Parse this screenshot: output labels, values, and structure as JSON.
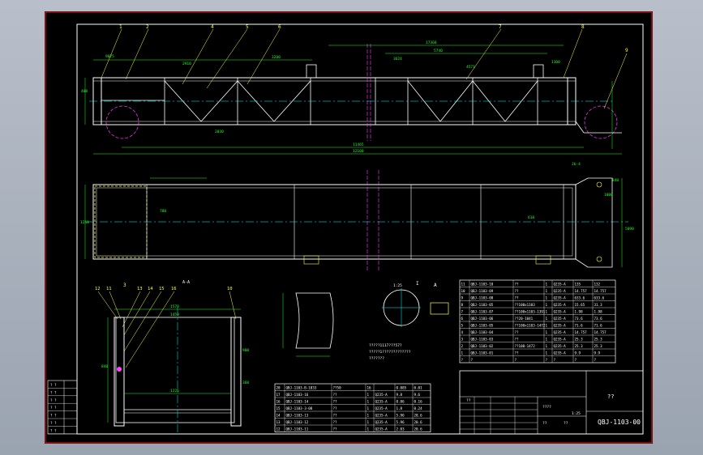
{
  "drawing": {
    "title_number": "QBJ-1103-00",
    "title_name": "??",
    "colors": {
      "background": "#000000",
      "frame": "#ff2020",
      "geometry": "#ffffff",
      "dimension": "#20ff20",
      "center": "#00ffff",
      "hidden": "#ff40ff",
      "balloon": "#ffff40"
    },
    "balloons_front": [
      "1",
      "2",
      "3",
      "4",
      "5",
      "6",
      "7",
      "8",
      "9"
    ],
    "balloons_section": [
      "12",
      "11",
      "13",
      "14",
      "15",
      "16",
      "10"
    ],
    "section_labels": [
      "A-A",
      "I",
      "A"
    ],
    "dims_front": [
      "9075",
      "11465",
      "12100",
      "17368",
      "5740",
      "4571",
      "3200",
      "3624",
      "2910",
      "1300",
      "2030",
      "840",
      "400"
    ],
    "dims_plan": [
      "1250",
      "780",
      "610",
      "5090",
      "1000",
      "Jb-4"
    ],
    "detail_scale": "1:25",
    "section_dims": [
      "1570",
      "1450",
      "1226",
      "840",
      "900",
      "360"
    ],
    "notes": [
      "?????1117???57?",
      "?????1?????????????",
      "???????"
    ],
    "parts_list_upper": [
      [
        "11",
        "QBJ-1103-10",
        "??",
        "1",
        "Q235-A",
        "135",
        "132"
      ],
      [
        "10",
        "QBJ-1103-09",
        "??",
        "1",
        "Q235-A",
        "14.757",
        "14.757"
      ],
      [
        "9",
        "QBJ-1103-08",
        "??",
        "1",
        "Q235-A",
        "633.6",
        "633.6"
      ],
      [
        "8",
        "QBJ-1103-05",
        "??100x1103",
        "1",
        "Q235-A",
        "15.65",
        "31.3"
      ],
      [
        "7",
        "QBJ-1103-07",
        "??100x1103-1391",
        "1",
        "Q235-A",
        "1.98",
        "1.98"
      ],
      [
        "6",
        "QBJ-1103-06",
        "??20-1041",
        "1",
        "Q235-A",
        "73.6",
        "73.6"
      ],
      [
        "5",
        "QBJ-1103-05",
        "??100x1103-1472",
        "1",
        "Q235-A",
        "71.6",
        "71.6"
      ],
      [
        "4",
        "QBJ-1103-04",
        "??",
        "1",
        "Q235-A",
        "14.757",
        "14.757"
      ],
      [
        "3",
        "QBJ-1103-03",
        "??",
        "1",
        "Q235-A",
        "25.3",
        "25.3"
      ],
      [
        "2",
        "QBJ-1103-02",
        "??100-1472",
        "1",
        "Q235-A",
        "25.3",
        "25.3"
      ],
      [
        "1",
        "QBJ-1103-01",
        "??",
        "1",
        "Q235-A",
        "9.9",
        "9.9"
      ]
    ],
    "parts_list_upper_header": [
      "?",
      "?",
      "?",
      "?",
      "?",
      "?",
      "?"
    ],
    "parts_list_lower": [
      [
        "20",
        "QBJ-1103-B-1033",
        "??50",
        "16",
        "",
        "0.085",
        "0.01"
      ],
      [
        "17",
        "QBJ-1103-16",
        "??",
        "1",
        "Q235-A",
        "9.8",
        "9.6"
      ],
      [
        "16",
        "QBJ-1103-14",
        "??",
        "1",
        "Q235-A",
        "0.06",
        "0.16"
      ],
      [
        "15",
        "QBJ-1103-3-08",
        "??",
        "1",
        "Q235-A",
        "1.8",
        "0.24"
      ],
      [
        "14",
        "QBJ-1103-13",
        "??",
        "1",
        "Q235-A",
        "5.96",
        "20.6"
      ],
      [
        "13",
        "QBJ-1103-12",
        "??",
        "1",
        "Q235-A",
        "5.96",
        "20.6"
      ],
      [
        "12",
        "QBJ-1103-11",
        "??",
        "1",
        "Q235-A",
        "2.03",
        "20.6"
      ]
    ],
    "title_block": {
      "scale": "1:25",
      "weight": "??",
      "sheet": "??",
      "mass": "????",
      "revision": "??"
    },
    "revision_rows": [
      "? ?",
      "? ?",
      "? ?",
      "? ?",
      "? ?",
      "? ?",
      "? ?"
    ]
  }
}
